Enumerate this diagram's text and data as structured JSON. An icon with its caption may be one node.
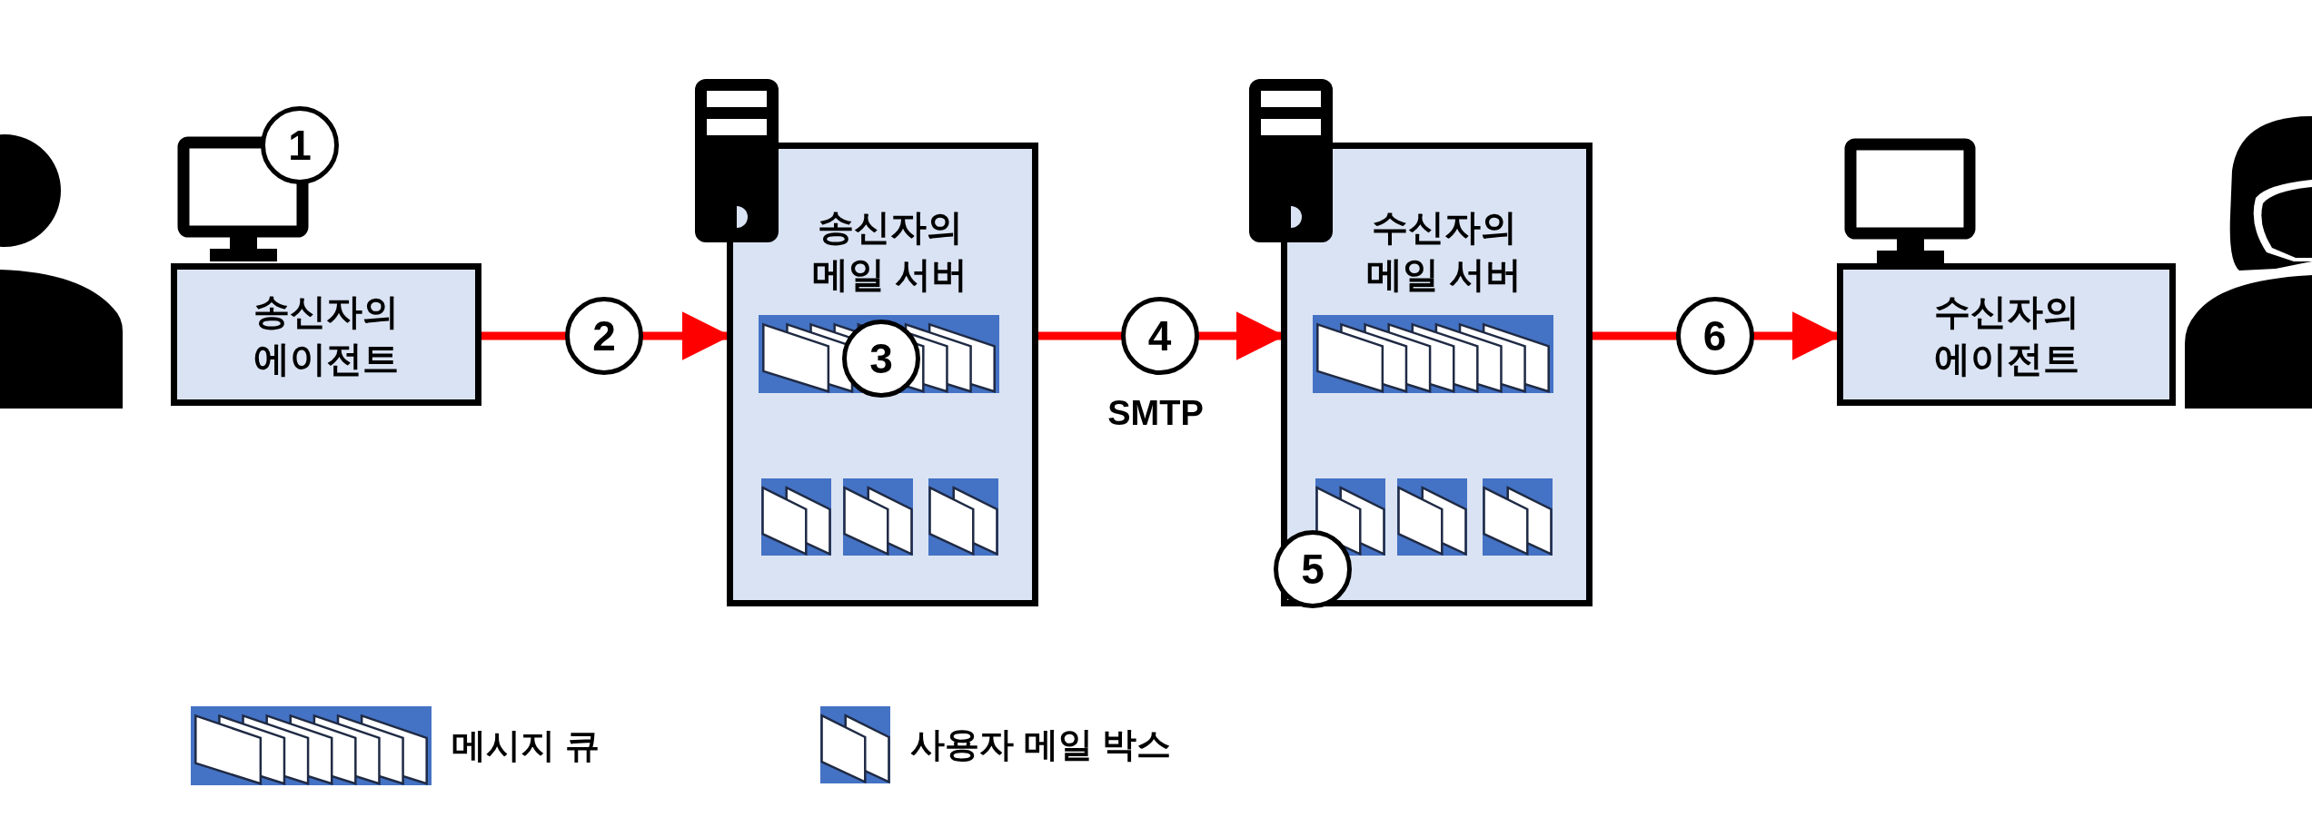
{
  "diagram": {
    "nodes": [
      {
        "text": [
          "송신자의 에이전트"
        ]
      },
      {
        "text": [
          "송신자의 메일 서버"
        ]
      },
      {
        "text": [
          "수신자의 메일 서버"
        ]
      },
      {
        "text": [
          "수신자의 에이전트"
        ]
      }
    ],
    "edges": [
      {
        "from": 0,
        "to": 1,
        "arrow": "to",
        "label": "2"
      },
      {
        "from": 1,
        "to": 2,
        "arrow": "to",
        "label": "4"
      },
      {
        "from": 2,
        "to": 3,
        "arrow": "to",
        "label": "6"
      }
    ],
    "labels": [
      "1",
      "3",
      "SMTP",
      "5"
    ],
    "legend": [
      {
        "text": "메시지 큐"
      },
      {
        "text": "사용자 메일 박스"
      }
    ]
  }
}
